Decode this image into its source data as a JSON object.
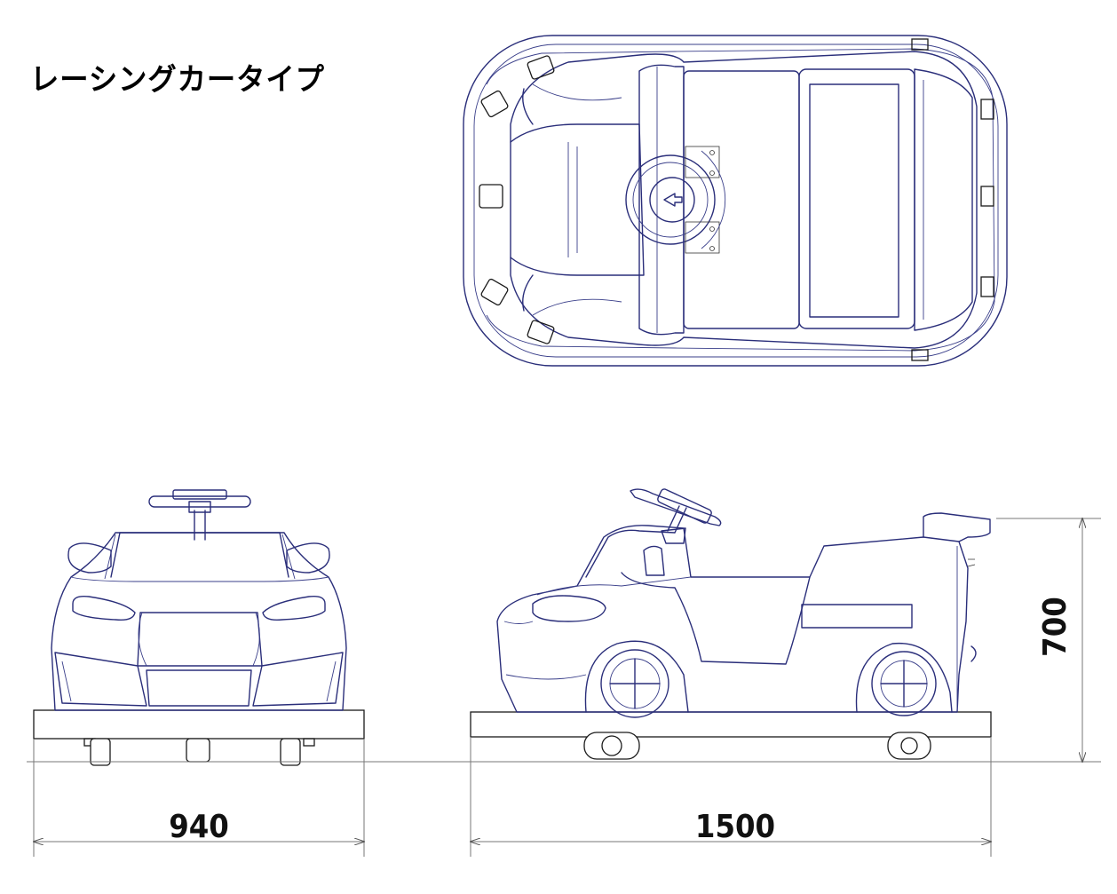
{
  "title": "レーシングカータイプ",
  "dimensions": {
    "front_width": "940",
    "side_length": "1500",
    "height": "700"
  },
  "colors": {
    "body_outline": "#2a2e7a",
    "base_outline": "#1a1a1a",
    "dimension_lines": "#777777"
  }
}
